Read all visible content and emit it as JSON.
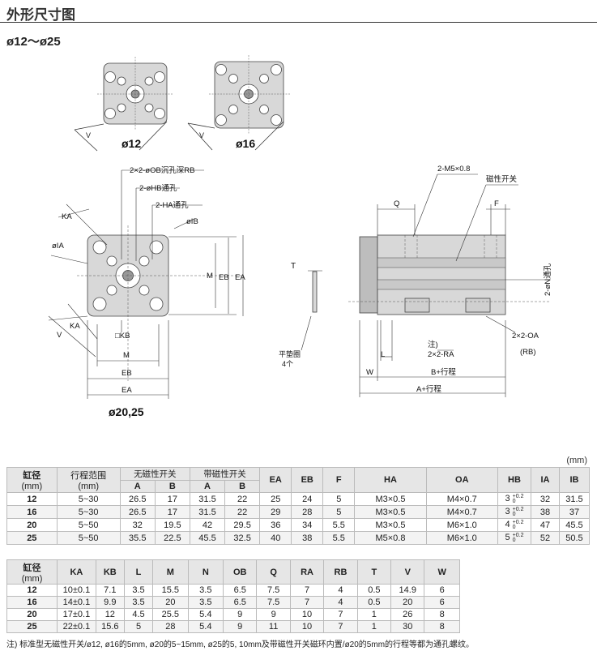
{
  "page": {
    "title": "外形尺寸图",
    "bore_range": "ø12～ø25",
    "unit": "(mm)"
  },
  "drawing": {
    "labels": {
      "small_12": "ø12",
      "small_16": "ø16",
      "main": "ø20,25",
      "v": "V",
      "ka": "KA",
      "ia": "øIA",
      "ib": "øIB",
      "ob": "2×2-øOB沉孔深RB",
      "hb": "2-øHB通孔",
      "ha": "2-HA通孔",
      "kb": "□KB",
      "m": "M",
      "eb": "EB",
      "ea": "EA",
      "t": "T",
      "washer": "平垫圈",
      "washer_qty": "4个",
      "m5": "2-M5×0.8",
      "switch": "磁性开关",
      "q": "Q",
      "f": "F",
      "n": "2-øN通孔",
      "oa": "2×2-OA",
      "rb": "(RB)",
      "note_mark": "注)",
      "ra": "2×2-RA",
      "l": "L",
      "w": "W",
      "b_stroke": "B+行程",
      "a_stroke": "A+行程"
    }
  },
  "table1": {
    "headers": {
      "bore": "缸径",
      "bore_unit": "(mm)",
      "stroke": "行程范围",
      "stroke_unit": "(mm)",
      "no_switch": "无磁性开关",
      "with_switch": "带磁性开关",
      "a": "A",
      "b": "B",
      "cols": [
        "EA",
        "EB",
        "F",
        "HA",
        "OA",
        "HB",
        "IA",
        "IB"
      ]
    },
    "rows": [
      {
        "bore": "12",
        "stroke": "5~30",
        "a1": "26.5",
        "b1": "17",
        "a2": "31.5",
        "b2": "22",
        "ea": "25",
        "eb": "24",
        "f": "5",
        "ha": "M3×0.5",
        "oa": "M4×0.7",
        "hb": "3",
        "hb_tol_up": "+0.2",
        "hb_tol_low": "0",
        "ia": "32",
        "ib": "31.5"
      },
      {
        "bore": "16",
        "stroke": "5~30",
        "a1": "26.5",
        "b1": "17",
        "a2": "31.5",
        "b2": "22",
        "ea": "29",
        "eb": "28",
        "f": "5",
        "ha": "M3×0.5",
        "oa": "M4×0.7",
        "hb": "3",
        "hb_tol_up": "+0.2",
        "hb_tol_low": "0",
        "ia": "38",
        "ib": "37"
      },
      {
        "bore": "20",
        "stroke": "5~50",
        "a1": "32",
        "b1": "19.5",
        "a2": "42",
        "b2": "29.5",
        "ea": "36",
        "eb": "34",
        "f": "5.5",
        "ha": "M3×0.5",
        "oa": "M6×1.0",
        "hb": "4",
        "hb_tol_up": "+0.2",
        "hb_tol_low": "0",
        "ia": "47",
        "ib": "45.5"
      },
      {
        "bore": "25",
        "stroke": "5~50",
        "a1": "35.5",
        "b1": "22.5",
        "a2": "45.5",
        "b2": "32.5",
        "ea": "40",
        "eb": "38",
        "f": "5.5",
        "ha": "M5×0.8",
        "oa": "M6×1.0",
        "hb": "5",
        "hb_tol_up": "+0.2",
        "hb_tol_low": "0",
        "ia": "52",
        "ib": "50.5"
      }
    ]
  },
  "table2": {
    "headers": {
      "bore": "缸径",
      "bore_unit": "(mm)",
      "cols": [
        "KA",
        "KB",
        "L",
        "M",
        "N",
        "OB",
        "Q",
        "RA",
        "RB",
        "T",
        "V",
        "W"
      ]
    },
    "rows": [
      {
        "bore": "12",
        "ka": "10±0.1",
        "kb": "7.1",
        "l": "3.5",
        "m": "15.5",
        "n": "3.5",
        "ob": "6.5",
        "q": "7.5",
        "ra": "7",
        "rb": "4",
        "t": "0.5",
        "v": "14.9",
        "w": "6"
      },
      {
        "bore": "16",
        "ka": "14±0.1",
        "kb": "9.9",
        "l": "3.5",
        "m": "20",
        "n": "3.5",
        "ob": "6.5",
        "q": "7.5",
        "ra": "7",
        "rb": "4",
        "t": "0.5",
        "v": "20",
        "w": "6"
      },
      {
        "bore": "20",
        "ka": "17±0.1",
        "kb": "12",
        "l": "4.5",
        "m": "25.5",
        "n": "5.4",
        "ob": "9",
        "q": "9",
        "ra": "10",
        "rb": "7",
        "t": "1",
        "v": "26",
        "w": "8"
      },
      {
        "bore": "25",
        "ka": "22±0.1",
        "kb": "15.6",
        "l": "5",
        "m": "28",
        "n": "5.4",
        "ob": "9",
        "q": "11",
        "ra": "10",
        "rb": "7",
        "t": "1",
        "v": "30",
        "w": "8"
      }
    ]
  },
  "footnote": "注) 标准型无磁性开关/ø12, ø16的5mm, ø20的5~15mm, ø25的5, 10mm及带磁性开关磁环内置/ø20的5mm的行程等都为通孔螺纹。"
}
